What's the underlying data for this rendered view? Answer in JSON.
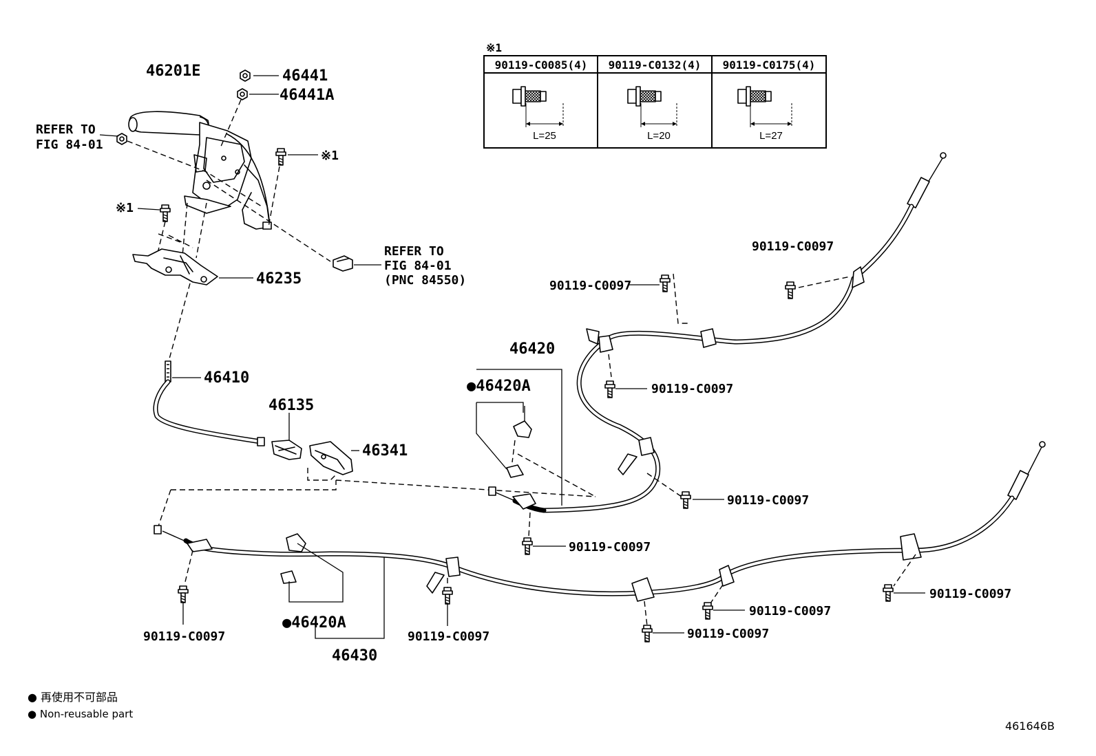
{
  "labels": {
    "lever": "46201E",
    "nut_top": "46441",
    "nut_top_a": "46441A",
    "refer_top_1": "REFER TO",
    "refer_top_2": "FIG 84-01",
    "note1_right": "※1",
    "note1_left": "※1",
    "refer_mid_1": "REFER TO",
    "refer_mid_2": "FIG 84-01",
    "refer_mid_3": "(PNC 84550)",
    "bracket": "46235",
    "front_cable": "46410",
    "equalizer": "46135",
    "joint": "46341",
    "right_cable": "46420",
    "clamp_upper": "●46420A",
    "clamp_lower": "●46420A",
    "left_cable": "46430",
    "bolt_a": "90119-C0097",
    "bolt_b": "90119-C0097",
    "bolt_c": "90119-C0097",
    "bolt_d": "90119-C0097",
    "bolt_e": "90119-C0097",
    "bolt_f": "90119-C0097",
    "bolt_g": "90119-C0097",
    "bolt_h": "90119-C0097",
    "bolt_i": "90119-C0097",
    "bolt_j": "90119-C0097"
  },
  "bolt_table": {
    "marker": "※1",
    "columns": [
      {
        "part": "90119-C0085(4)",
        "length": "L=25"
      },
      {
        "part": "90119-C0132(4)",
        "length": "L=20"
      },
      {
        "part": "90119-C0175(4)",
        "length": "L=27"
      }
    ]
  },
  "legend": {
    "jp": "● 再使用不可部品",
    "en": "● Non-reusable part"
  },
  "figure_id": "461646B"
}
